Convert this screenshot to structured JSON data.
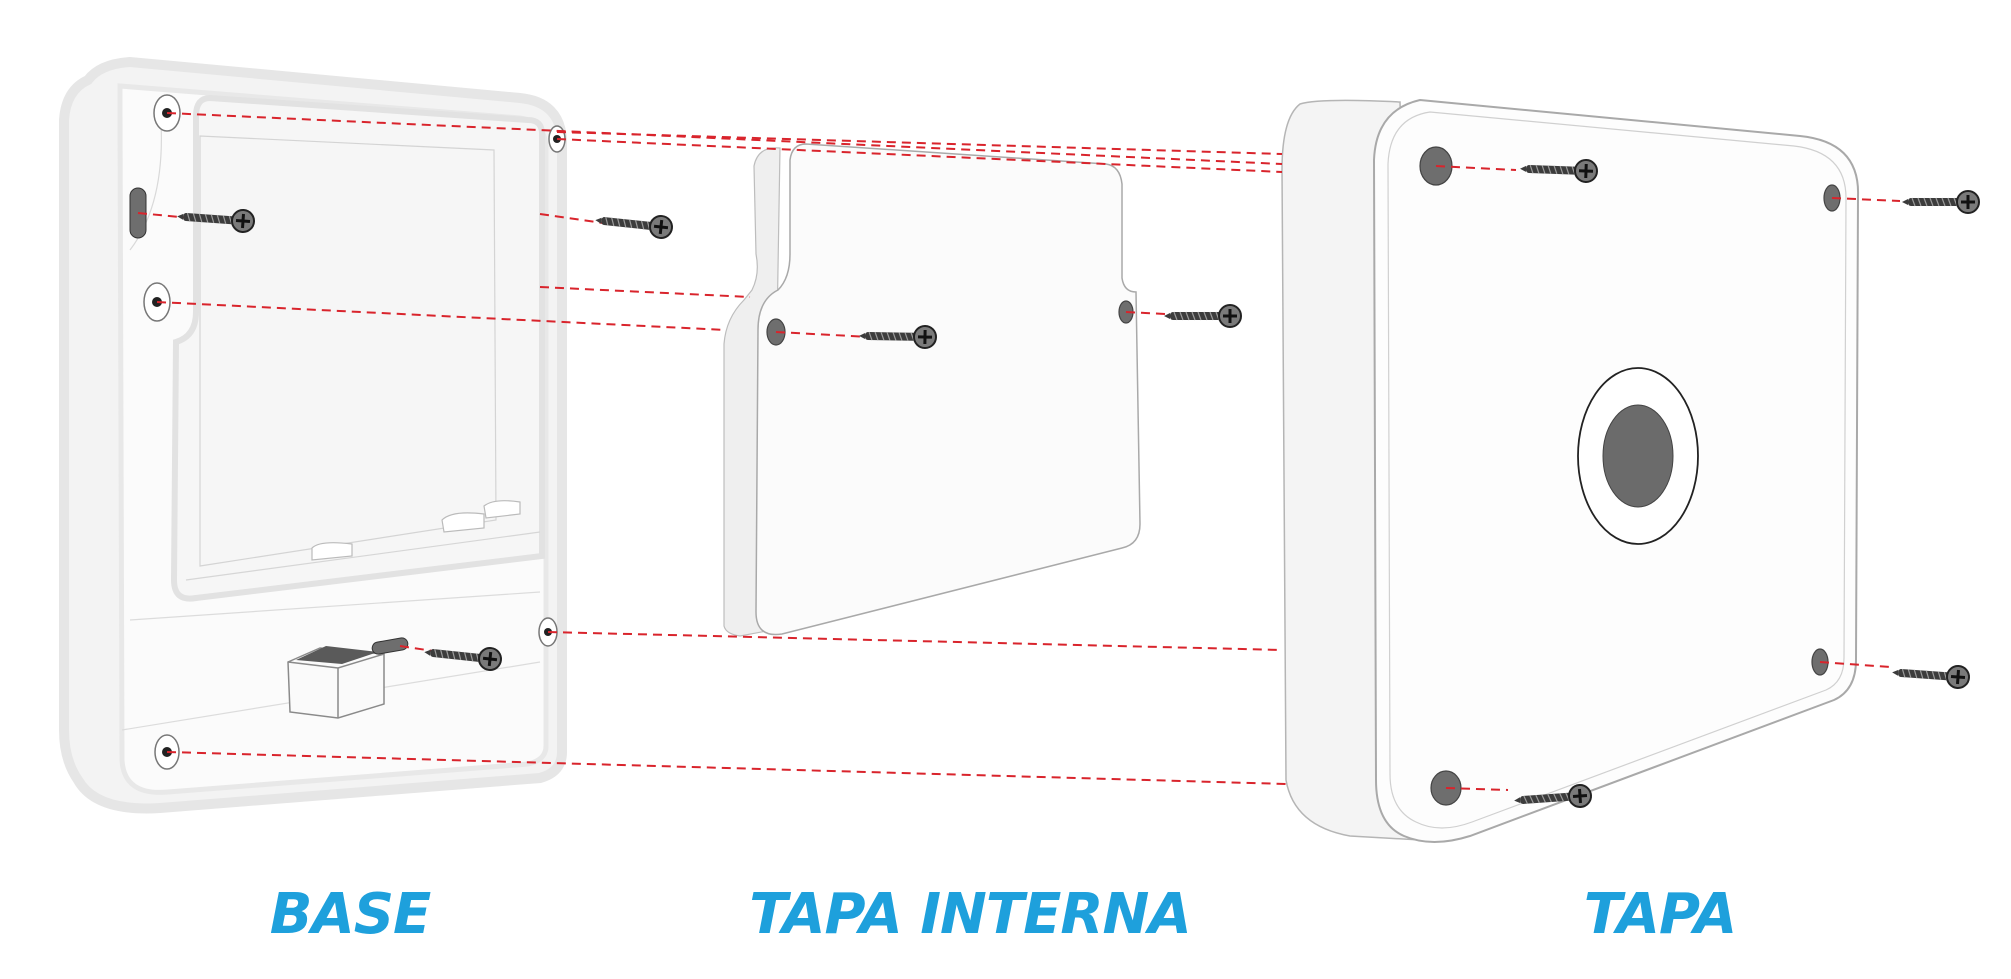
{
  "labels": {
    "base": "BASE",
    "inner_cover": "TAPA INTERNA",
    "cover": "TAPA"
  },
  "colors": {
    "label": "#1ea0dc",
    "guide_line": "#d9242c",
    "outline": "#9a9a9a",
    "body_fill": "#f2f2f2",
    "hole_fill": "#6e6e6e",
    "screw": "#3c3c3c"
  },
  "icons": [
    "screw-icon",
    "screw-hole-icon",
    "magnet-block-icon",
    "cover-center-hole-icon"
  ]
}
